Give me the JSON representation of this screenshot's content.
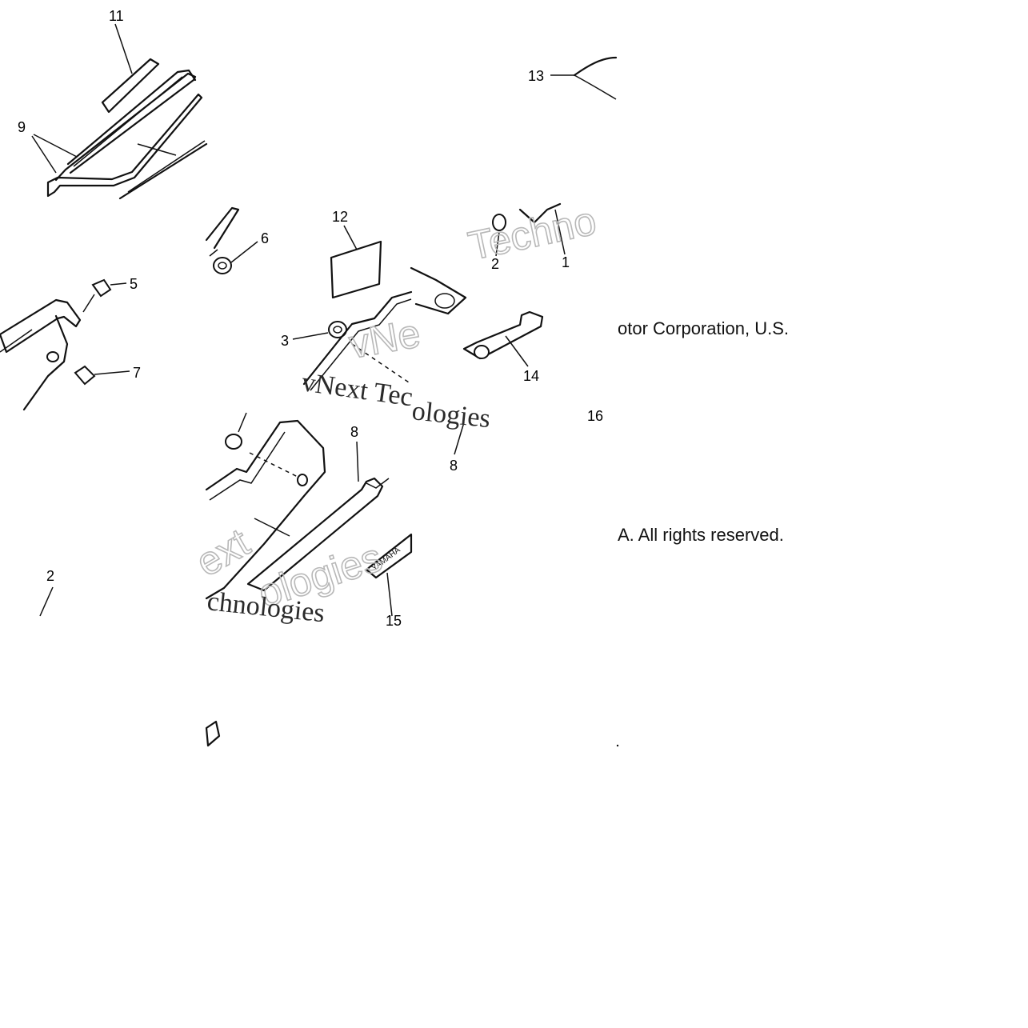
{
  "callouts": {
    "c11": "11",
    "c9": "9",
    "c13": "13",
    "c12": "12",
    "c6": "6",
    "c2a": "2",
    "c1": "1",
    "c5": "5",
    "c3": "3",
    "c7": "7",
    "c14": "14",
    "c16": "16",
    "c8a": "8",
    "c8b": "8",
    "c2b": "2",
    "c15": "15"
  },
  "copyright": {
    "line1": "otor Corporation, U.S.",
    "line2": "A. All rights reserved."
  },
  "watermarks": {
    "w1": "Techno",
    "w2": "vNext Tec",
    "w3": "ologies",
    "w4": "ext",
    "w5": "ologies",
    "w6": "chnologies",
    "w7": "vNe"
  },
  "decal": {
    "label": "YAMAHA"
  }
}
